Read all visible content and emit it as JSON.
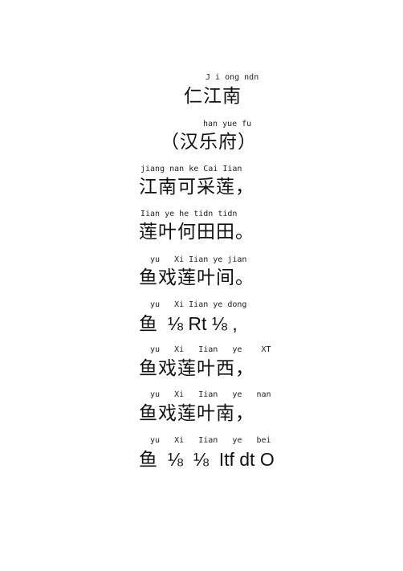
{
  "poem": {
    "title_pinyin": "J i ong ndn",
    "title": "仁江南",
    "source_pinyin": "han yue fu",
    "source": "（汉乐府）",
    "lines": [
      {
        "pinyin": "jiang nan ke Cai Iian",
        "text": "江南可采莲，"
      },
      {
        "pinyin": "Iian ye he tidn tidn",
        "text": "莲叶何田田。"
      },
      {
        "pinyin": "yu   Xi Iian ye jian",
        "text": "鱼戏莲叶间。"
      },
      {
        "pinyin": "yu   Xi Iian ye dong",
        "text": "鱼  ⅛ Rt ⅛ ,"
      },
      {
        "pinyin": "yu   Xi   Iian   ye    XT",
        "text": "鱼戏莲叶西，"
      },
      {
        "pinyin": "yu   Xi   Iian   ye   nan",
        "text": "鱼戏莲叶南，"
      },
      {
        "pinyin": "yu   Xi   Iian   ye   bei",
        "text": "鱼  ⅛  ⅛  Itf dt O"
      }
    ]
  }
}
